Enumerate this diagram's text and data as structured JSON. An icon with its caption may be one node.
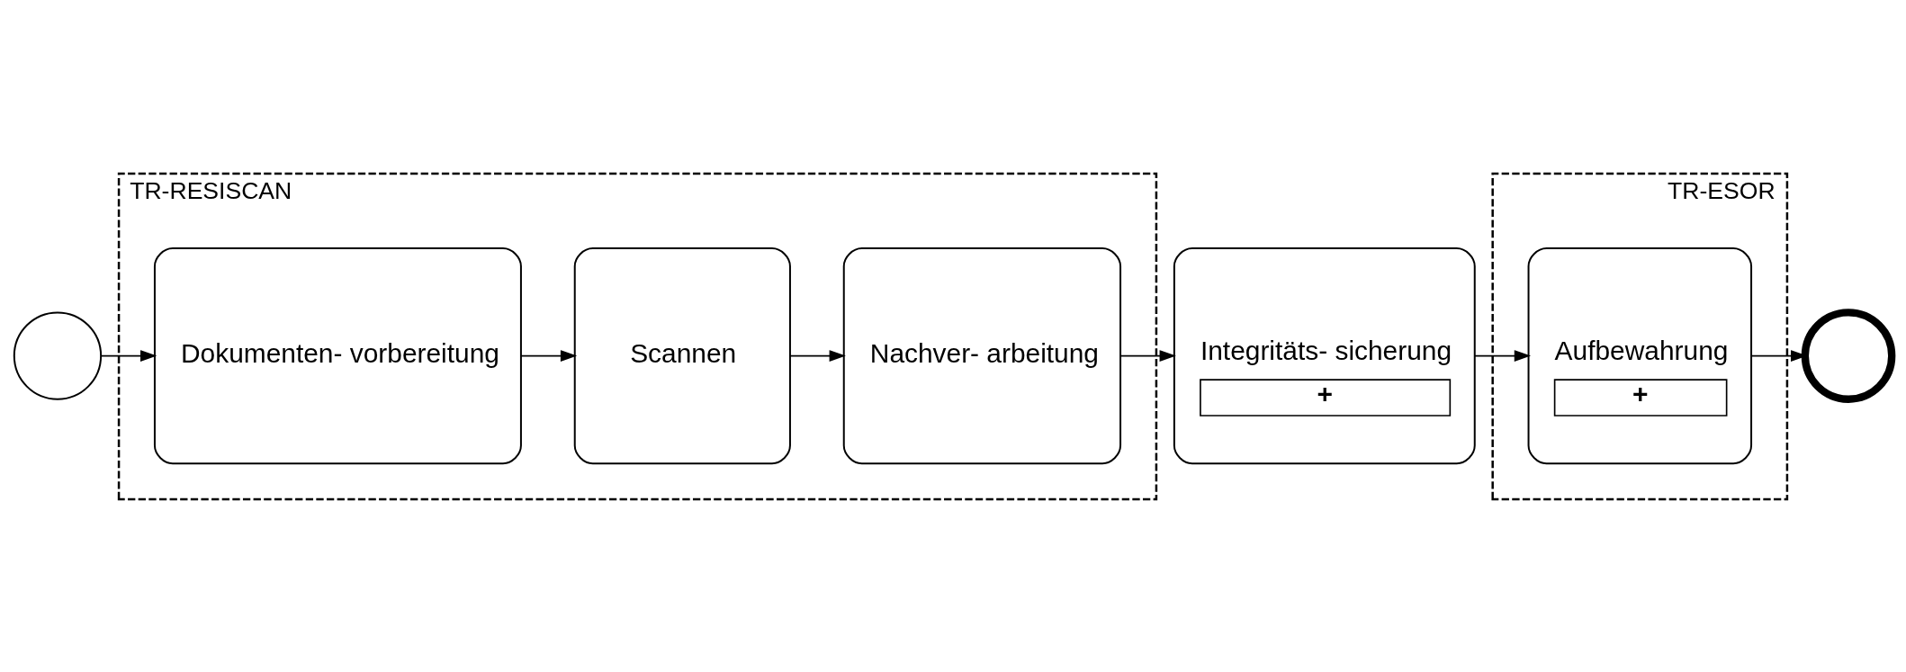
{
  "diagram": {
    "nodes": [
      {
        "text": [],
        "shape": "circle"
      },
      {
        "text": [
          "TR-RESISCAN"
        ]
      },
      {
        "text": [
          "Dokumenten- vorbereitung"
        ],
        "in": 1
      },
      {
        "text": [
          "Scannen"
        ],
        "in": 1
      },
      {
        "text": [
          "Nachver- arbeitung"
        ],
        "in": 1
      },
      {
        "text": [
          "TR-ESOR"
        ]
      },
      {
        "text": [
          "Integritäts- sicherung",
          "+"
        ]
      },
      {
        "text": [
          "Aufbewahrung",
          "+"
        ],
        "in": 5
      },
      {
        "text": [],
        "shape": "circle"
      }
    ],
    "edges": [
      {
        "from": 0,
        "to": 2,
        "arrow": "to"
      },
      {
        "from": 2,
        "to": 3,
        "arrow": "to"
      },
      {
        "from": 3,
        "to": 4,
        "arrow": "to"
      },
      {
        "from": 4,
        "to": 6,
        "arrow": "to"
      },
      {
        "from": 6,
        "to": 7,
        "arrow": "to"
      },
      {
        "from": 7,
        "to": 8,
        "arrow": "to"
      }
    ]
  }
}
